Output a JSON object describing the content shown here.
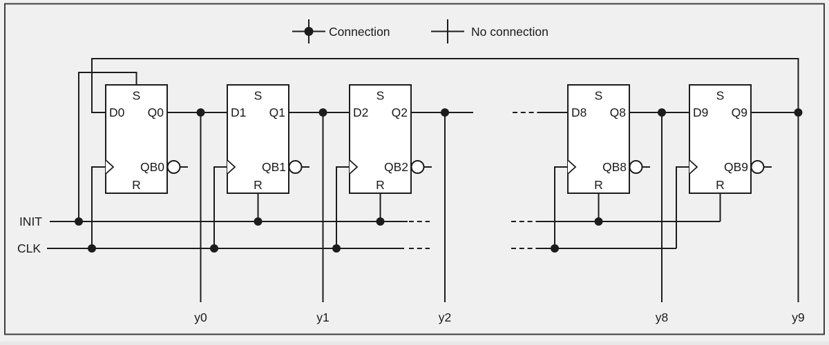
{
  "legend": {
    "connection": "Connection",
    "no_connection": "No connection"
  },
  "signals": {
    "init": "INIT",
    "clk": "CLK"
  },
  "flip_flops": [
    {
      "set": "S",
      "d": "D0",
      "q": "Q0",
      "qb": "QB0",
      "reset": "R",
      "output": "y0"
    },
    {
      "set": "S",
      "d": "D1",
      "q": "Q1",
      "qb": "QB1",
      "reset": "R",
      "output": "y1"
    },
    {
      "set": "S",
      "d": "D2",
      "q": "Q2",
      "qb": "QB2",
      "reset": "R",
      "output": "y2"
    },
    {
      "set": "S",
      "d": "D8",
      "q": "Q8",
      "qb": "QB8",
      "reset": "R",
      "output": "y8"
    },
    {
      "set": "S",
      "d": "D9",
      "q": "Q9",
      "qb": "QB9",
      "reset": "R",
      "output": "y9"
    }
  ],
  "colors": {
    "background": "#f0f0f0",
    "line": "#1c1c1c",
    "box_fill": "#ffffff",
    "frame": "#3d3d3d"
  }
}
